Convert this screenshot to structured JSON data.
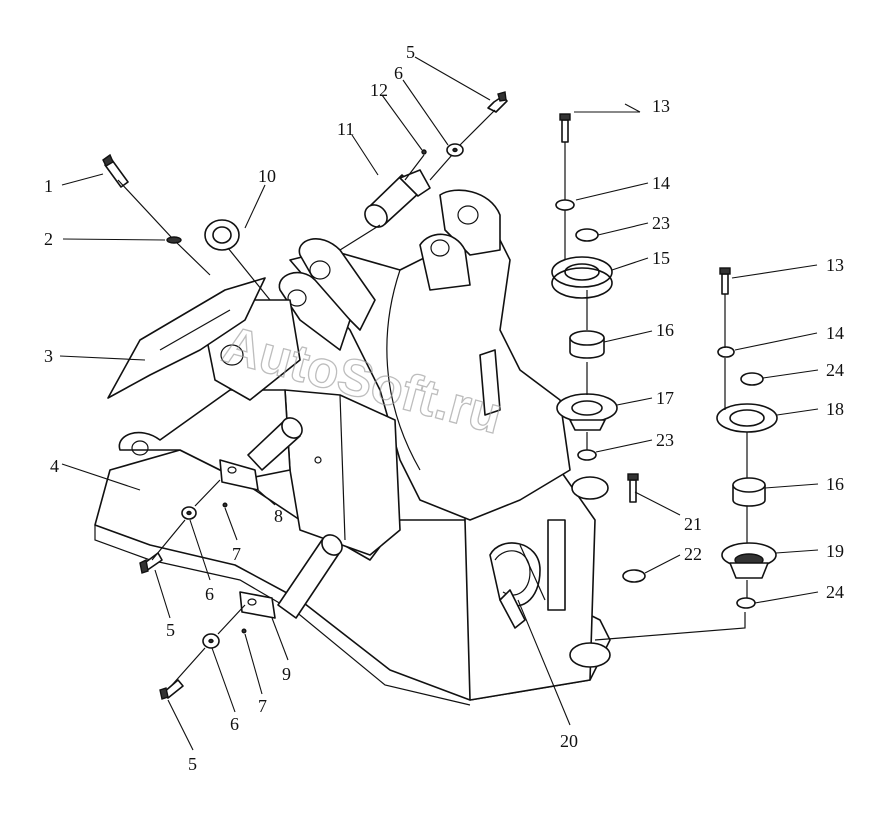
{
  "watermark": "AutoSoft.ru",
  "callouts": [
    "1",
    "2",
    "3",
    "4",
    "5",
    "5",
    "5",
    "6",
    "6",
    "6",
    "7",
    "7",
    "8",
    "9",
    "10",
    "11",
    "12",
    "13",
    "13",
    "14",
    "14",
    "15",
    "16",
    "16",
    "17",
    "18",
    "19",
    "20",
    "21",
    "22",
    "23",
    "23",
    "24",
    "24"
  ]
}
